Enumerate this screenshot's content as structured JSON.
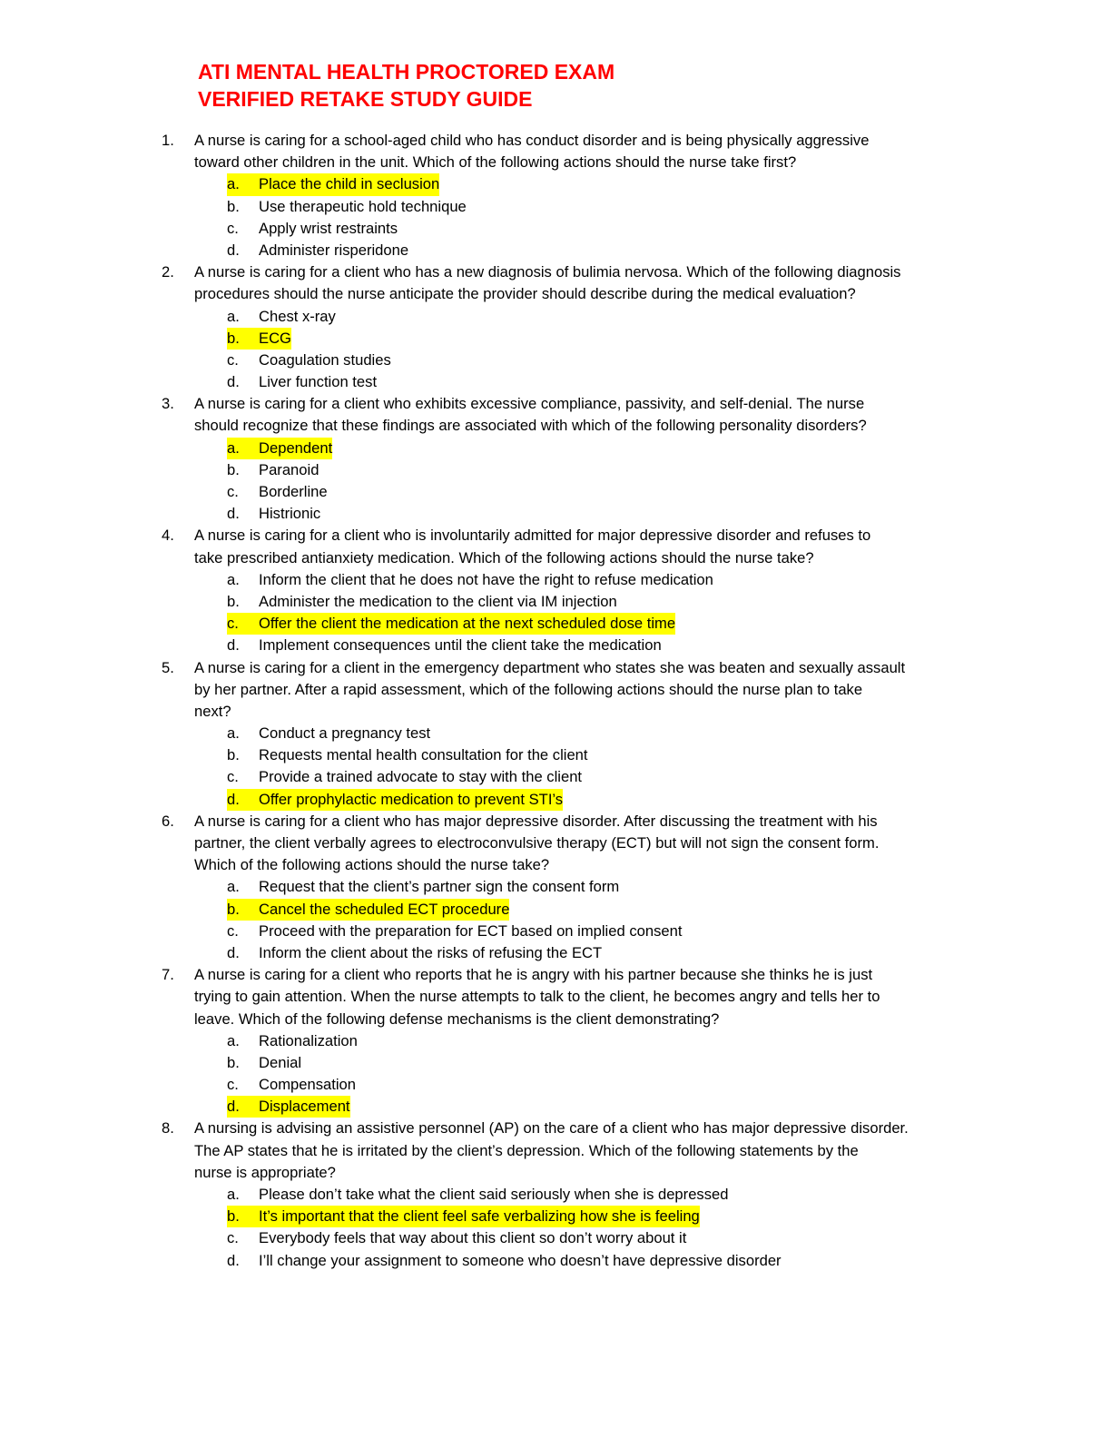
{
  "header": {
    "title_line1": "ATI MENTAL HEALTH PROCTORED EXAM",
    "title_line2": "VERIFIED RETAKE STUDY GUIDE",
    "title_color": "#ff0000"
  },
  "highlight_color": "#ffff00",
  "questions": [
    {
      "number": "1.",
      "lines": [
        "A nurse is caring for a school-aged child who has conduct disorder and is being physically aggressive",
        "toward other children in the unit.  Which of the following actions should the nurse take first?"
      ],
      "options": [
        {
          "letter": "a.",
          "text": "Place the child in seclusion",
          "highlighted": true
        },
        {
          "letter": "b.",
          "text": "Use therapeutic hold technique",
          "highlighted": false
        },
        {
          "letter": "c.",
          "text": "Apply wrist restraints",
          "highlighted": false
        },
        {
          "letter": "d.",
          "text": "Administer risperidone",
          "highlighted": false
        }
      ]
    },
    {
      "number": "2.",
      "lines": [
        "A nurse is caring for a client who has a new diagnosis of bulimia nervosa. Which of the following diagnosis",
        "procedures should the nurse anticipate the provider should describe during the medical evaluation?"
      ],
      "options": [
        {
          "letter": "a.",
          "text": "Chest x-ray",
          "highlighted": false
        },
        {
          "letter": "b.",
          "text": "ECG",
          "highlighted": true
        },
        {
          "letter": "c.",
          "text": "Coagulation studies",
          "highlighted": false
        },
        {
          "letter": "d.",
          "text": "Liver function test",
          "highlighted": false
        }
      ]
    },
    {
      "number": "3.",
      "lines": [
        "A nurse is caring for a client who exhibits excessive compliance, passivity, and self-denial.  The nurse",
        "should recognize that these findings are associated with which of the following personality disorders?"
      ],
      "options": [
        {
          "letter": "a.",
          "text": "Dependent",
          "highlighted": true
        },
        {
          "letter": "b.",
          "text": "Paranoid",
          "highlighted": false
        },
        {
          "letter": "c.",
          "text": "Borderline",
          "highlighted": false
        },
        {
          "letter": "d.",
          "text": "Histrionic",
          "highlighted": false
        }
      ]
    },
    {
      "number": "4.",
      "lines": [
        "A nurse is caring for a client who is involuntarily admitted for major depressive disorder and refuses to",
        "take prescribed antianxiety medication. Which of the following actions should the nurse take?"
      ],
      "options": [
        {
          "letter": "a.",
          "text": "Inform the client that he does not have the right to refuse medication",
          "highlighted": false
        },
        {
          "letter": "b.",
          "text": "Administer the medication to the client via IM injection",
          "highlighted": false
        },
        {
          "letter": "c.",
          "text": "Offer the client the medication at the next scheduled dose time",
          "highlighted": true
        },
        {
          "letter": "d.",
          "text": "Implement consequences until the client take the medication",
          "highlighted": false
        }
      ]
    },
    {
      "number": "5.",
      "lines": [
        "A nurse is caring for a client in the emergency department who states she was beaten and sexually assault",
        "by her partner. After a rapid assessment, which of the following actions should the nurse plan to take",
        "next?"
      ],
      "options": [
        {
          "letter": "a.",
          "text": "Conduct a pregnancy test",
          "highlighted": false
        },
        {
          "letter": "b.",
          "text": "Requests mental health consultation for the client",
          "highlighted": false
        },
        {
          "letter": "c.",
          "text": "Provide a trained advocate to stay with the client",
          "highlighted": false
        },
        {
          "letter": "d.",
          "text": "Offer prophylactic medication to prevent STI’s",
          "highlighted": true
        }
      ]
    },
    {
      "number": "6.",
      "lines": [
        "A nurse is caring for a client who has major depressive disorder.  After discussing the treatment with his",
        "partner, the client verbally agrees to electroconvulsive therapy (ECT) but will not sign the consent form.",
        "Which of the following actions should the nurse take?"
      ],
      "options": [
        {
          "letter": "a.",
          "text": "Request that the client’s partner sign the consent form",
          "highlighted": false
        },
        {
          "letter": "b.",
          "text": "Cancel the scheduled ECT procedure",
          "highlighted": true
        },
        {
          "letter": "c.",
          "text": "Proceed with the preparation for ECT based on implied consent",
          "highlighted": false
        },
        {
          "letter": "d.",
          "text": "Inform the client about the risks of refusing the ECT",
          "highlighted": false
        }
      ]
    },
    {
      "number": "7.",
      "lines": [
        "A nurse is caring for a client who reports that he is angry with his partner because she thinks he is just",
        "trying to gain attention.  When the nurse attempts to talk to the client, he becomes angry and tells her to",
        "leave.  Which of the following defense mechanisms is the client demonstrating?"
      ],
      "options": [
        {
          "letter": "a.",
          "text": "Rationalization",
          "highlighted": false
        },
        {
          "letter": "b.",
          "text": "Denial",
          "highlighted": false
        },
        {
          "letter": "c.",
          "text": "Compensation",
          "highlighted": false
        },
        {
          "letter": "d.",
          "text": "Displacement",
          "highlighted": true
        }
      ]
    },
    {
      "number": "8.",
      "lines": [
        "A nursing is advising an assistive personnel (AP) on the care of a client who has major depressive disorder.",
        "The AP states that he is irritated by the client’s depression.  Which of the following statements by the",
        "nurse is appropriate?"
      ],
      "options": [
        {
          "letter": "a.",
          "text": "Please don’t take what the client said seriously when she is depressed",
          "highlighted": false
        },
        {
          "letter": "b.",
          "text": "It’s important that the client feel safe verbalizing how she is feeling",
          "highlighted": true
        },
        {
          "letter": "c.",
          "text": "Everybody feels that way about this client so don’t worry about it",
          "highlighted": false
        },
        {
          "letter": "d.",
          "text": "I’ll change your assignment to someone who doesn’t have depressive disorder",
          "highlighted": false
        }
      ]
    }
  ]
}
